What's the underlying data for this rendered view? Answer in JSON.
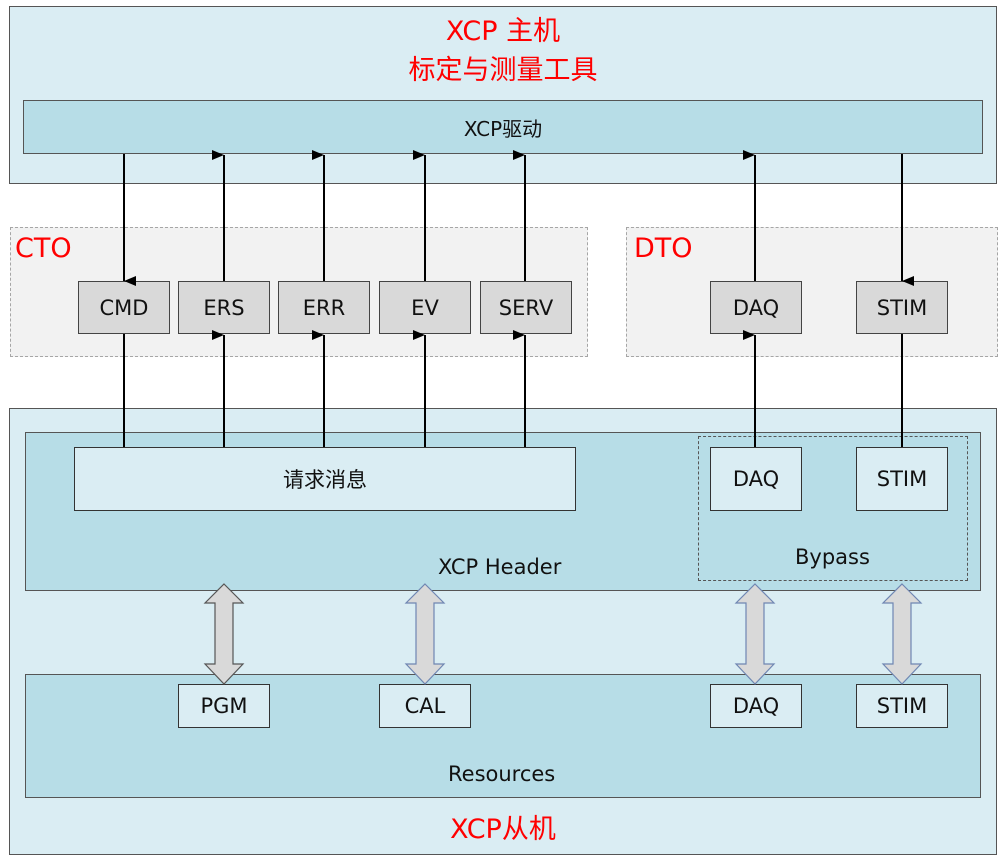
{
  "master": {
    "title_line1": "XCP 主机",
    "title_line2": "标定与测量工具",
    "driver_label": "XCP驱动"
  },
  "cto": {
    "label": "CTO",
    "boxes": [
      "CMD",
      "ERS",
      "ERR",
      "EV",
      "SERV"
    ]
  },
  "dto": {
    "label": "DTO",
    "boxes": [
      "DAQ",
      "STIM"
    ]
  },
  "slave": {
    "title": "XCP从机",
    "header_label": "XCP Header",
    "request_label": "请求消息",
    "bypass": {
      "label": "Bypass",
      "boxes": [
        "DAQ",
        "STIM"
      ]
    },
    "resources": {
      "label": "Resources",
      "boxes": [
        "PGM",
        "CAL",
        "DAQ",
        "STIM"
      ]
    }
  },
  "colors": {
    "title_red": "#ff0000",
    "outer_fill": "#daedf3",
    "inner_fill": "#b7dde7",
    "cto_box_fill": "#d9d9d9",
    "region_fill": "#f2f2f2"
  }
}
